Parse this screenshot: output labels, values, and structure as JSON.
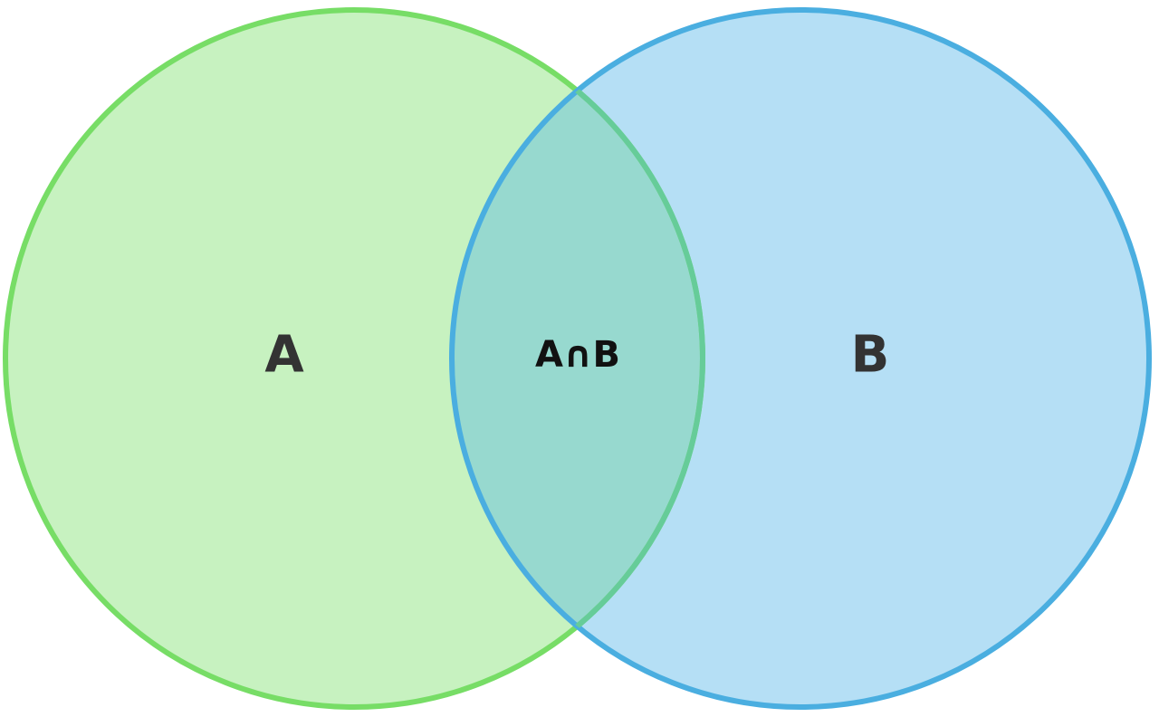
{
  "diagram": {
    "type": "venn",
    "sets": [
      {
        "label": "A",
        "fill_color": "#c7f2c0",
        "stroke_color": "#77dd66"
      },
      {
        "label": "B",
        "fill_color": "#b5dff5",
        "stroke_color": "#4aaee0"
      }
    ],
    "intersection": {
      "label": "A∩B",
      "fill_color": "#97d9cf",
      "stroke_color": "#66cc99"
    },
    "background_color": "#ffffff"
  }
}
